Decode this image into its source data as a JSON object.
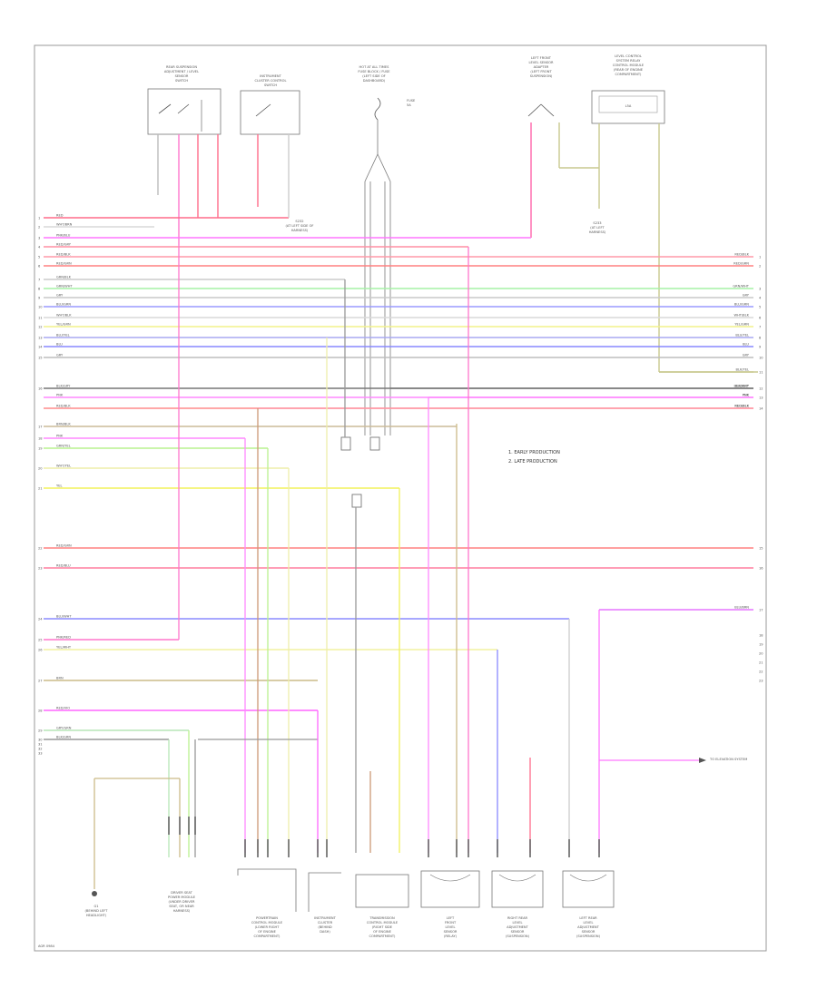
{
  "notes": [
    "1. EARLY PRODUCTION",
    "2. LATE PRODUCTION"
  ],
  "top_components": [
    {
      "id": "tc1",
      "lines": [
        "REAR SUSPENSION",
        "ADJUSTMENT / LEVEL",
        "SENSOR",
        "SWITCH"
      ]
    },
    {
      "id": "tc2",
      "lines": [
        "INSTRUMENT",
        "CLUSTER CONTROL",
        "SWITCH"
      ]
    },
    {
      "id": "tc3",
      "lines": [
        "HOT AT ALL TIMES",
        "FUSE BLOCK / FUSE",
        "(LEFT SIDE OF",
        "DASHBOARD)"
      ],
      "fuse_label": "FUSE",
      "fuse_value": "5A"
    },
    {
      "id": "tc4",
      "lines": [
        "LEFT FRONT",
        "LEVEL SENSOR",
        "ADAPTER",
        "(LEFT FRONT",
        "SUSPENSION)"
      ]
    },
    {
      "id": "tc5",
      "lines": [
        "LEVEL CONTROL",
        "SYSTEM RELAY",
        "CONTROL MODULE",
        "(REAR OF ENGINE",
        "COMPARTMENT)"
      ],
      "box_label": "L5A"
    }
  ],
  "splice_labels": [
    {
      "id": "s1",
      "lines": [
        "S232",
        "(AT LEFT SIDE OF",
        "HARNESS)"
      ]
    },
    {
      "id": "s2",
      "lines": [
        "S233",
        "(AT LEFT",
        "HARNESS)"
      ]
    }
  ],
  "left_pins": [
    "1",
    "2",
    "3",
    "4",
    "5",
    "6",
    "7",
    "8",
    "9",
    "10",
    "11",
    "12",
    "13",
    "14",
    "15",
    "16",
    "17",
    "18",
    "19",
    "20",
    "21",
    "22",
    "23",
    "24",
    "25",
    "26",
    "27",
    "28",
    "29",
    "30",
    "31",
    "32",
    "33"
  ],
  "wires_full": [
    {
      "label": "RED/BLK",
      "color": "#ff9aa8"
    },
    {
      "label": "RED/GRN",
      "color": "#ff8080"
    },
    {
      "label": "GRN/WHT",
      "color": "#a6f2a6"
    },
    {
      "label": "GRY",
      "color": "#c9c9c9"
    },
    {
      "label": "BLU/GRN",
      "color": "#9a9aff"
    },
    {
      "label": "WHT/BLK",
      "color": "#d9d9d9"
    },
    {
      "label": "YEL/GRN",
      "color": "#f2f28a"
    },
    {
      "label": "BLU/YEL",
      "color": "#a8a8f2"
    },
    {
      "label": "BLU",
      "color": "#8888ff"
    },
    {
      "label": "GRY",
      "color": "#bdbdbd"
    },
    {
      "label": "BLK/GRY",
      "color": "#777777"
    },
    {
      "label": "PNK",
      "color": "#ff88ff"
    },
    {
      "label": "RED/BLK",
      "color": "#ff8c8c"
    }
  ],
  "wires_left": [
    {
      "label": "RED",
      "color": "#ff6b8a"
    },
    {
      "label": "WHT/BRN",
      "color": "#d9d9d9"
    },
    {
      "label": "PNK/BLU",
      "color": "#ff77ff"
    },
    {
      "label": "RED/GRY",
      "color": "#ff8fa3"
    },
    {
      "label": "GRN/BLK",
      "color": "#cccccc"
    },
    {
      "label": "BRN/BLK",
      "color": "#ccbb99"
    },
    {
      "label": "PNK",
      "color": "#ff88ff"
    },
    {
      "label": "GRN/YEL",
      "color": "#b9f28f"
    },
    {
      "label": "WHT/YEL",
      "color": "#eeeeaa"
    },
    {
      "label": "YEL",
      "color": "#f2f25a"
    },
    {
      "label": "RED/GRN",
      "color": "#ff8080"
    },
    {
      "label": "RED/BLU",
      "color": "#ff7f9f"
    },
    {
      "label": "BLU/WHT",
      "color": "#8c8cff"
    },
    {
      "label": "PNK/RED",
      "color": "#ff77cc"
    },
    {
      "label": "YEL/WHT",
      "color": "#f2f2a0"
    },
    {
      "label": "BRN",
      "color": "#ccbb88"
    },
    {
      "label": "RED/VIO",
      "color": "#ff66ff"
    },
    {
      "label": "GRY/GRN",
      "color": "#b7e6b7"
    },
    {
      "label": "BLK/GRN",
      "color": "#999999"
    }
  ],
  "wires_right": [
    {
      "label": "BLK/YEL",
      "color": "#c9c98f"
    },
    {
      "label": "BLK/WHT",
      "color": "#777777"
    },
    {
      "label": "PNK",
      "color": "#ff88ff"
    },
    {
      "label": "RED/BLK",
      "color": "#ff9aa8"
    },
    {
      "label": "BLU/BRN",
      "color": "#9a9aff"
    }
  ],
  "right_pins": [
    "1",
    "2",
    "3",
    "4",
    "5",
    "6",
    "7",
    "8",
    "9",
    "10",
    "11",
    "12",
    "13",
    "14",
    "15",
    "16",
    "17",
    "18",
    "19",
    "20",
    "21",
    "22",
    "23"
  ],
  "bottom_components": [
    {
      "id": "b1",
      "lines": [
        "G1",
        "(BEHIND LEFT",
        "HEADLIGHT)"
      ]
    },
    {
      "id": "b2",
      "lines": [
        "DRIVER SEAT",
        "POWER MODULE",
        "(UNDER DRIVER",
        "SEAT, OR NEAR",
        "HARNESS)"
      ]
    },
    {
      "id": "b3",
      "lines": [
        "POWERTRAIN",
        "CONTROL MODULE",
        "(LOWER RIGHT",
        "OF ENGINE",
        "COMPARTMENT)"
      ]
    },
    {
      "id": "b4",
      "lines": [
        "INSTRUMENT",
        "CLUSTER",
        "(BEHIND",
        "DASH)"
      ]
    },
    {
      "id": "b5",
      "lines": [
        "TRANSMISSION",
        "CONTROL MODULE",
        "(RIGHT SIDE",
        "OF ENGINE",
        "COMPARTMENT)"
      ]
    },
    {
      "id": "b6",
      "lines": [
        "LEFT",
        "FRONT",
        "LEVEL",
        "SENSOR",
        "(RELAY)"
      ]
    },
    {
      "id": "b7",
      "lines": [
        "RIGHT REAR",
        "LEVEL",
        "ADJUSTMENT",
        "SENSOR",
        "(SUSPENSION)"
      ]
    },
    {
      "id": "b8",
      "lines": [
        "LEFT REAR",
        "LEVEL",
        "ADJUSTMENT",
        "SENSOR",
        "(SUSPENSION)"
      ]
    }
  ],
  "side_note": "TO ELEVATION SYSTEM",
  "footer_ref": "AGR 0984"
}
